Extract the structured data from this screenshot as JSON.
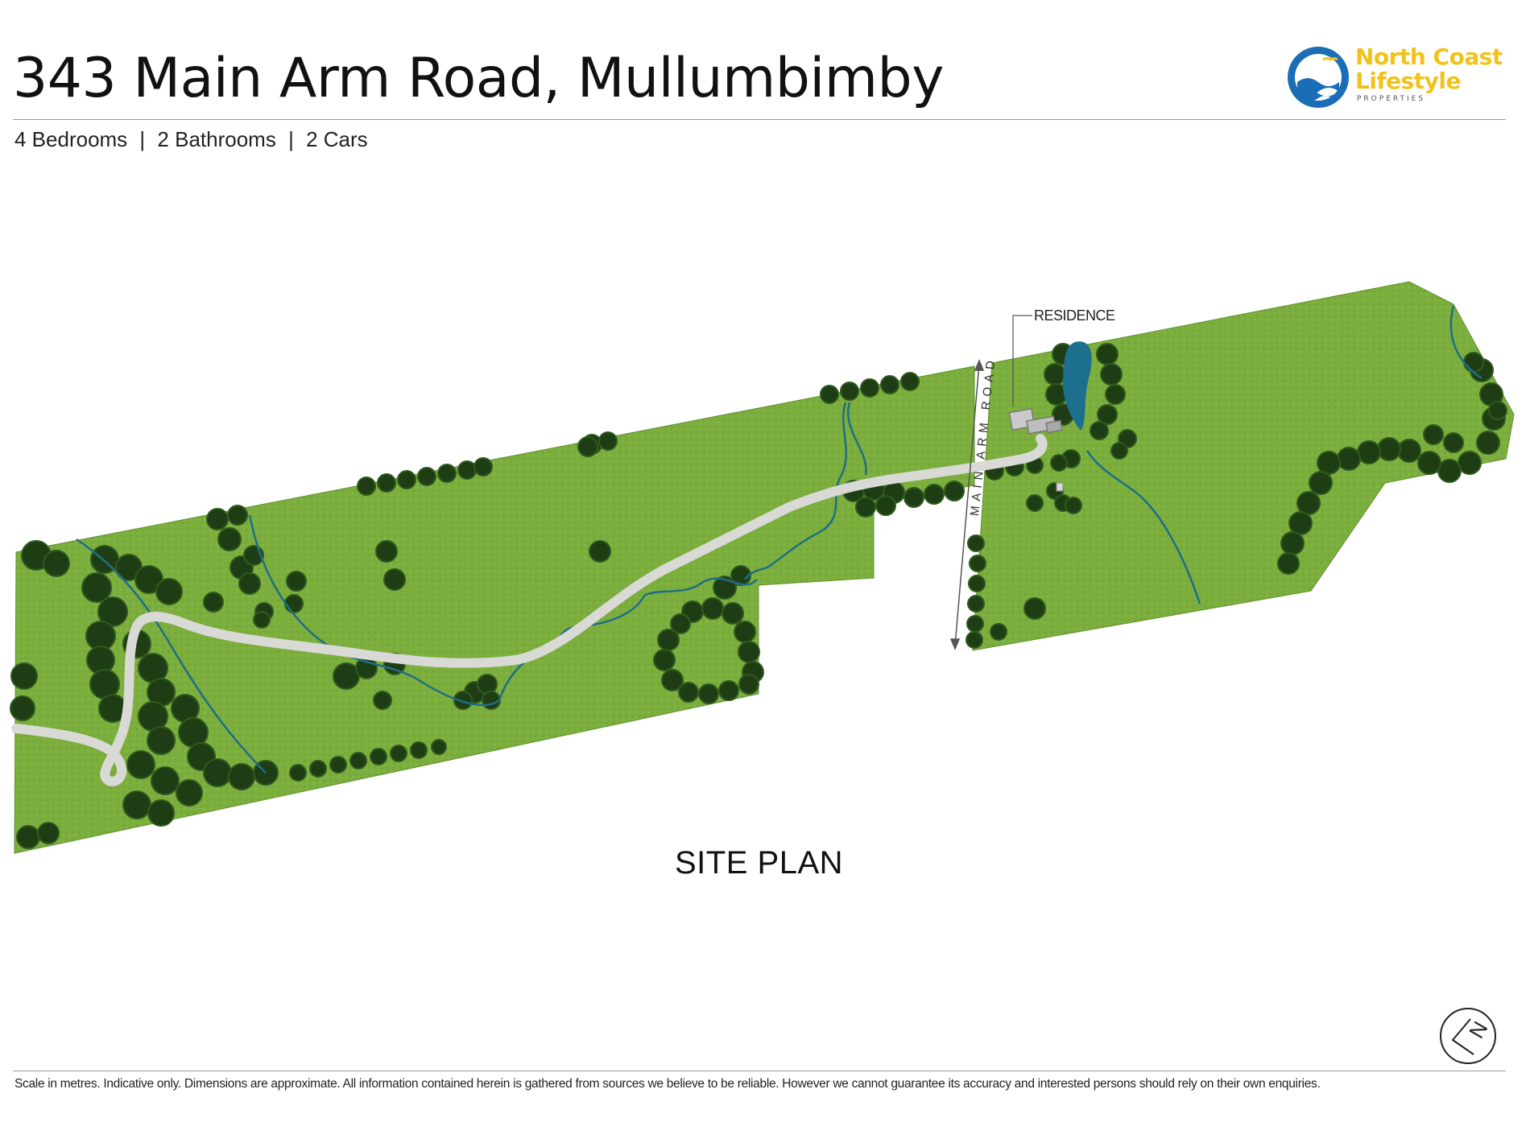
{
  "header": {
    "title": "343 Main Arm Road, Mullumbimby",
    "specs": [
      "4 Bedrooms",
      "2 Bathrooms",
      "2 Cars"
    ],
    "spec_separator": "|"
  },
  "logo": {
    "line1": "North Coast",
    "line2": "Lifestyle",
    "line3": "PROPERTIES",
    "icon": "wave-sun-icon",
    "colors": {
      "blue": "#1b6db6",
      "yellow": "#f1c21b"
    }
  },
  "map": {
    "residence_label": "RESIDENCE",
    "road_label": "MAIN ARM ROAD",
    "caption": "SITE PLAN",
    "north_symbol": "N",
    "colors": {
      "grass": "#7cae3e",
      "trees": "#1f3d14",
      "creek": "#1e6e86",
      "track": "#d9d9d6",
      "dam": "#1d6f8e"
    }
  },
  "footer": {
    "disclaimer": "Scale in metres.  Indicative only.  Dimensions are approximate.  All information contained herein is gathered from sources we believe to be reliable.  However we cannot guarantee its accuracy and interested persons should rely on their own enquiries."
  }
}
